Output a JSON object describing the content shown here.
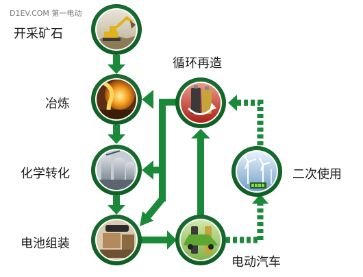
{
  "watermark": "D1EV.COM 第一电动",
  "nodes": {
    "mining": "开采矿石",
    "smelting": "冶炼",
    "chemical": "化学转化",
    "assembly": "电池组装",
    "recycling": "循环再造",
    "second_use": "二次使用",
    "ev": "电动汽车"
  },
  "colors": {
    "ring": "#1f7a34",
    "ring_dark": "#0f5a22",
    "arrow": "#1a8a3a"
  }
}
